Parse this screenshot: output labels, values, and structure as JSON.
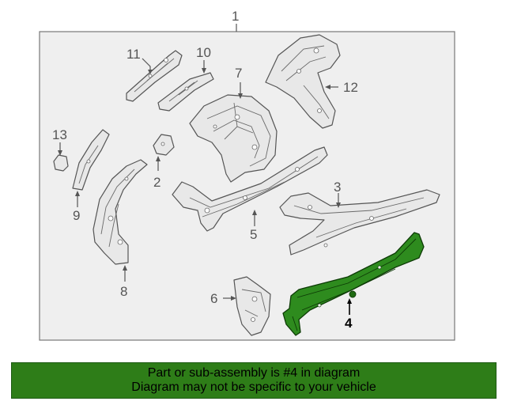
{
  "diagram": {
    "assembly_callout": "1",
    "callouts": [
      "2",
      "3",
      "4",
      "5",
      "6",
      "7",
      "8",
      "9",
      "10",
      "11",
      "12",
      "13"
    ],
    "highlighted_part": "4"
  },
  "colors": {
    "highlight": "#2e8b1e",
    "banner": "#2e7d18",
    "part_fill": "#e8e8e8",
    "frame_fill": "#efefef"
  },
  "banner": {
    "line1": "Part or sub-assembly is #4 in diagram",
    "line2": "Diagram may not be specific to your vehicle"
  }
}
